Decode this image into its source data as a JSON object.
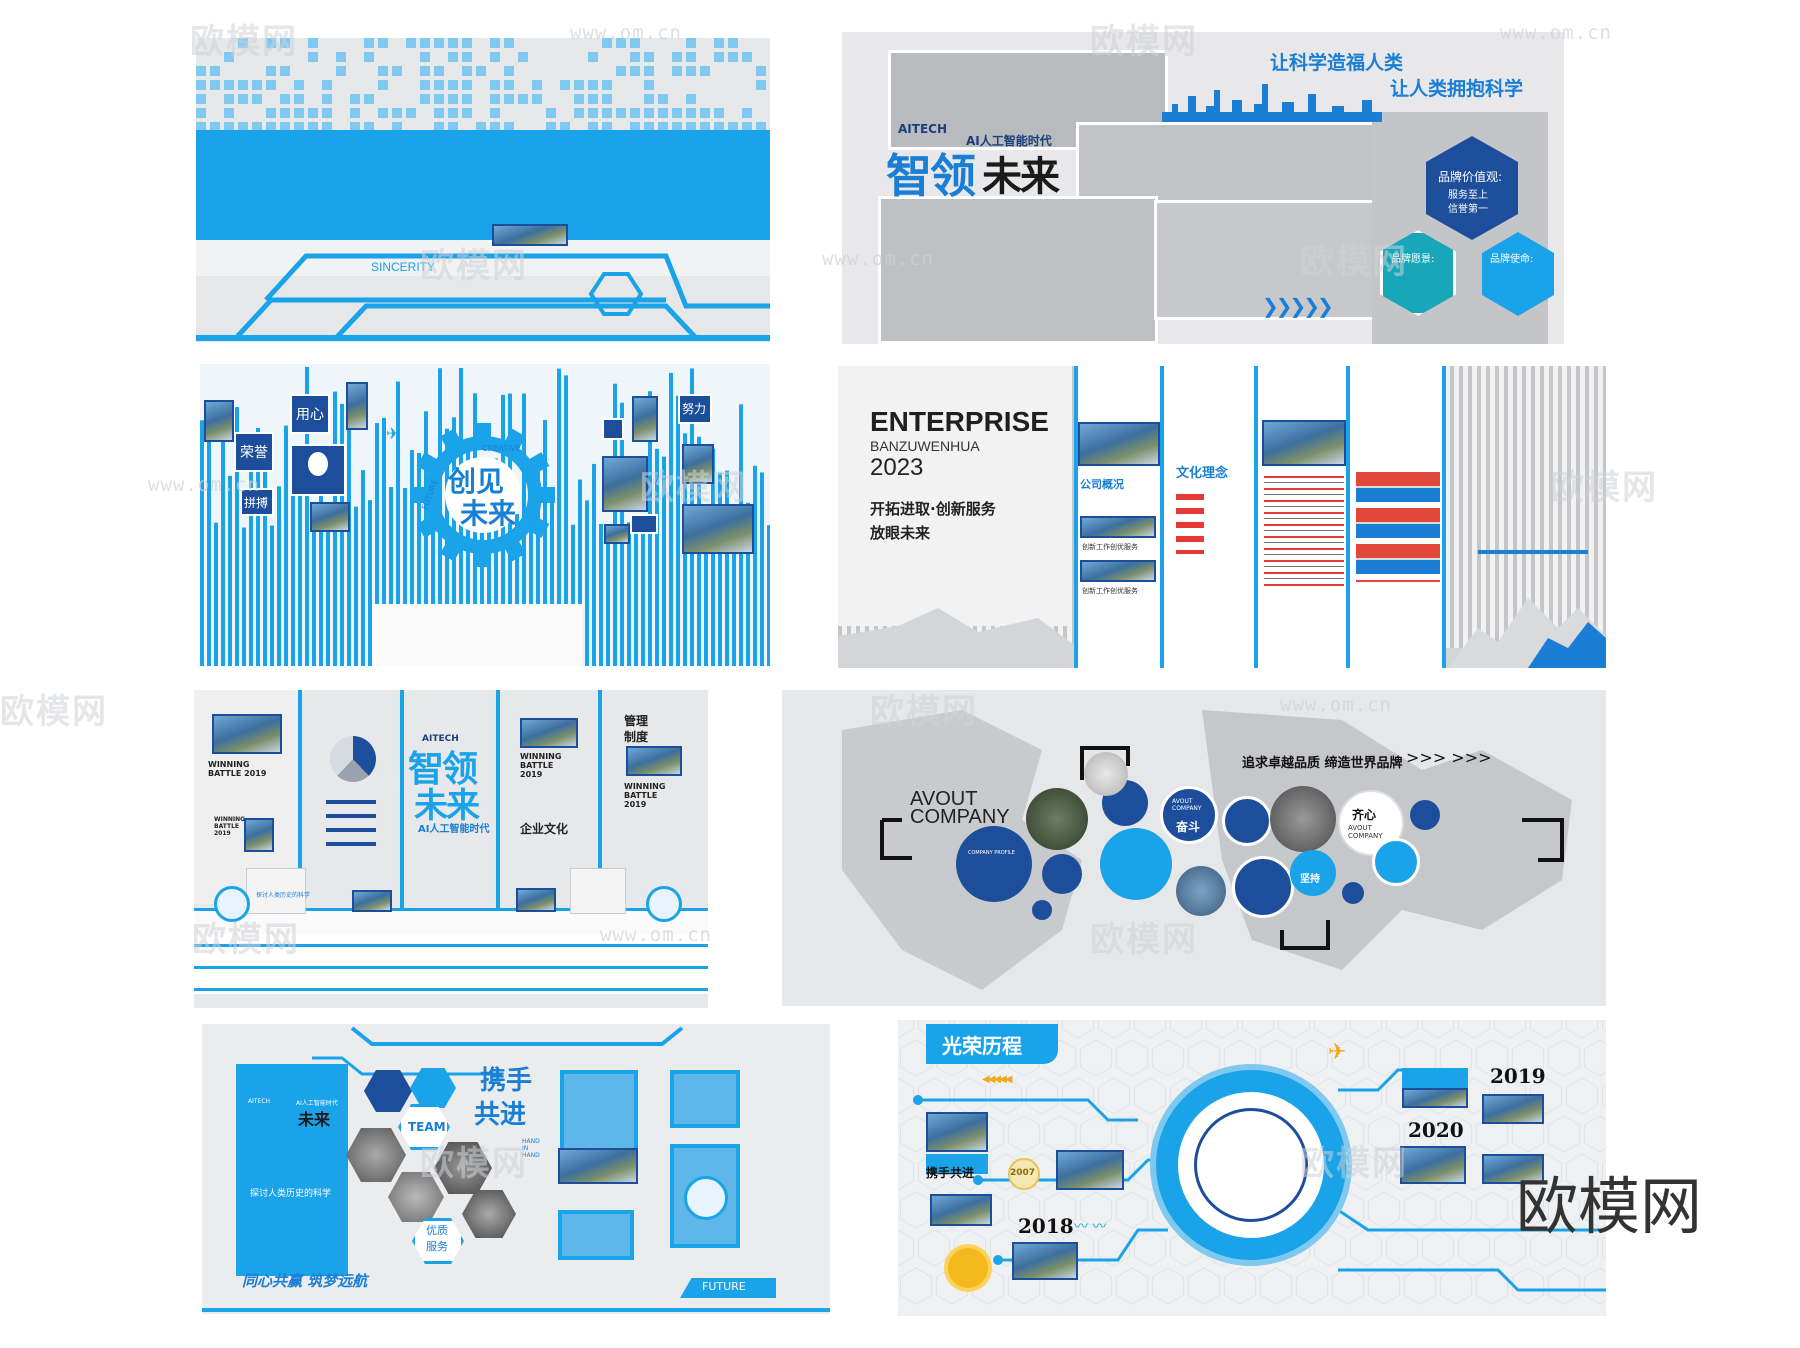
{
  "watermark": {
    "brand": "欧模网",
    "url": "www.om.cn",
    "corner_brand": "欧模网"
  },
  "panel1": {
    "label": "SINCERITY"
  },
  "panel2": {
    "slogan1": "让科学造福人类",
    "slogan2": "让人类拥抱科学",
    "brand": "AITECH",
    "sub": "AI人工智能时代",
    "title_a": "智领",
    "title_b": "未来",
    "hex1_title": "品牌价值观:",
    "hex1_line1": "服务至上",
    "hex1_line2": "信誉第一",
    "hex2_title": "品牌使命:",
    "hex3_title": "品牌愿景:"
  },
  "panel3": {
    "center_a": "创见",
    "center_b": "未来",
    "ring_top": "CREATIVE",
    "ring_left": "FUTURE",
    "tag1": "用心",
    "tag2": "荣誉",
    "tag3": "拼搏",
    "tag4": "努力"
  },
  "panel4": {
    "title": "ENTERPRISE",
    "sub": "BANZUWENHUA",
    "year": "2023",
    "line1": "开拓进取·创新服务",
    "line2": "放眼未来",
    "col1": "公司概况",
    "col2": "文化理念",
    "cap1": "创新工作创优服务",
    "cap2": "创新工作创优服务"
  },
  "panel5": {
    "left_title": "WINNING BATTLE 2019",
    "brand": "AITECH",
    "title_a": "智领",
    "title_b": "未来",
    "sub": "AI人工智能时代",
    "mid_title": "WINNING BATTLE 2019",
    "culture": "企业文化",
    "mgmt_a": "管理",
    "mgmt_b": "制度",
    "right_title": "WINNING BATTLE 2019",
    "small_title": "WINNING BATTLE 2019",
    "desk": "探讨人类历史的科学"
  },
  "panel6": {
    "heading": "追求卓越品质 缔造世界品牌",
    "arrows": ">>> >>>",
    "company_a": "AVOUT",
    "company_b": "COMPANY",
    "c1": "奋斗",
    "c2": "齐心",
    "c3": "坚持",
    "c1_en": "AVOUT COMPANY",
    "c2_en": "AVOUT COMPANY",
    "profile": "COMPANY PROFILE"
  },
  "panel7": {
    "brand": "AITECH",
    "sub": "AI人工智能时代",
    "title": "未来",
    "caption": "探讨人类历史的科学",
    "team": "TEAM",
    "quality_a": "优质",
    "quality_b": "服务",
    "hand_a": "携手",
    "hand_b": "共进",
    "hand_en": "HAND IN HAND",
    "slogan": "同心共赢 筑梦远航",
    "future": "FUTURE"
  },
  "panel8": {
    "title": "光荣历程",
    "y2019": "2019",
    "y2020": "2020",
    "y2018": "2018",
    "y2007": "2007",
    "label": "携手共进",
    "arrows": "◀◀◀◀◀"
  },
  "colors": {
    "accent": "#1aa3e8",
    "navy": "#1d4e9c",
    "panel": "#e9eaec",
    "gray": "#c4c6c9"
  }
}
